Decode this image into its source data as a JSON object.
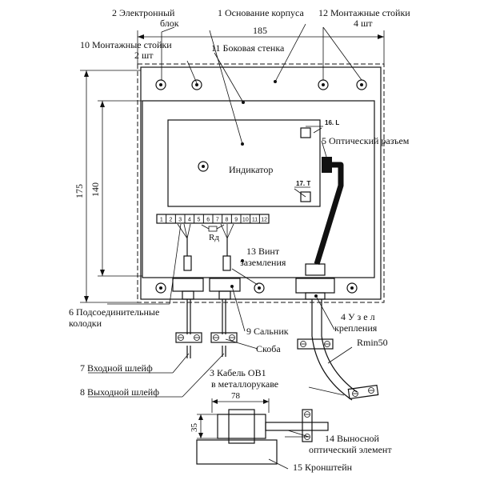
{
  "labels": {
    "l1": "1 Основание корпуса",
    "l2a": "2 Электронный",
    "l2b": "блок",
    "l3a": "3 Кабель ОВ1",
    "l3b": "в металлорукаве",
    "l4a": "4  У з е л",
    "l4b": "крепления",
    "l5": "5 Оптический разъем",
    "l6a": "6 Подсоединительные",
    "l6b": "колодки",
    "l7": "7 Входной шлейф",
    "l8": "8 Выходной шлейф",
    "l9": "9 Сальник",
    "l10a": "10 Монтажные стойки",
    "l10b": "2 шт",
    "l11": "11 Боковая стенка",
    "l12a": "12 Монтажные стойки",
    "l12b": "4 шт",
    "l13a": "13 Винт",
    "l13b": "заземления",
    "l14a": "14 Выносной",
    "l14b": "оптический элемент",
    "l15": "15 Кронштейн",
    "indicator": "Индикатор",
    "skoba": "Скоба",
    "rmin": "Rmin50",
    "rd": "Rд",
    "t16": "16. L",
    "t17": "17. T"
  },
  "dimensions": {
    "width_top": "185",
    "height_outer": "175",
    "height_inner": "140",
    "width_bracket": "78",
    "height_bracket": "35"
  },
  "terminals": [
    "1",
    "2",
    "3",
    "4",
    "5",
    "6",
    "7",
    "8",
    "9",
    "10",
    "11",
    "12"
  ]
}
